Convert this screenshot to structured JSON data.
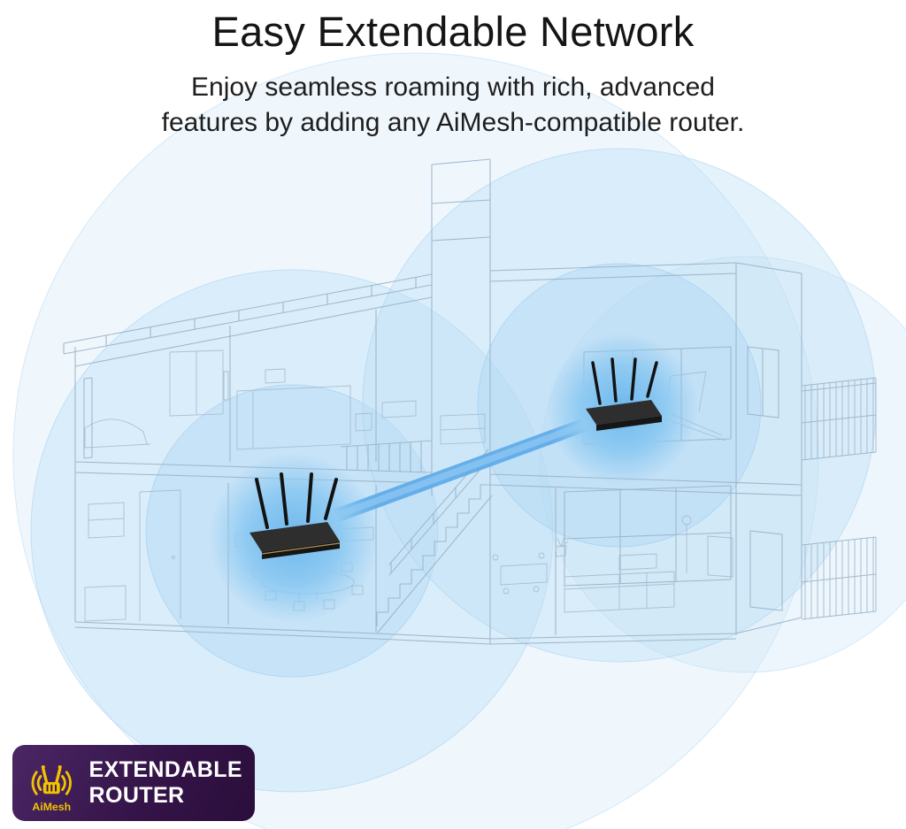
{
  "header": {
    "title": "Easy Extendable Network",
    "subtitle_line1": "Enjoy seamless roaming with rich, advanced",
    "subtitle_line2": "features by adding any AiMesh-compatible router."
  },
  "illustration": {
    "subject": "two-story house cutaway with mesh wifi coverage",
    "coverage_color": "#bfe0f6",
    "beam_color": "#5aa9e8",
    "line_color": "#9db5ca",
    "router_color": "#1f1f1f",
    "nodes": [
      "upper-floor-router",
      "lower-floor-router"
    ]
  },
  "badge": {
    "icon_label": "AiMesh",
    "label_line1": "EXTENDABLE",
    "label_line2": "ROUTER",
    "background": "#351449",
    "icon_color": "#f2c200",
    "text_color": "#ffffff"
  }
}
